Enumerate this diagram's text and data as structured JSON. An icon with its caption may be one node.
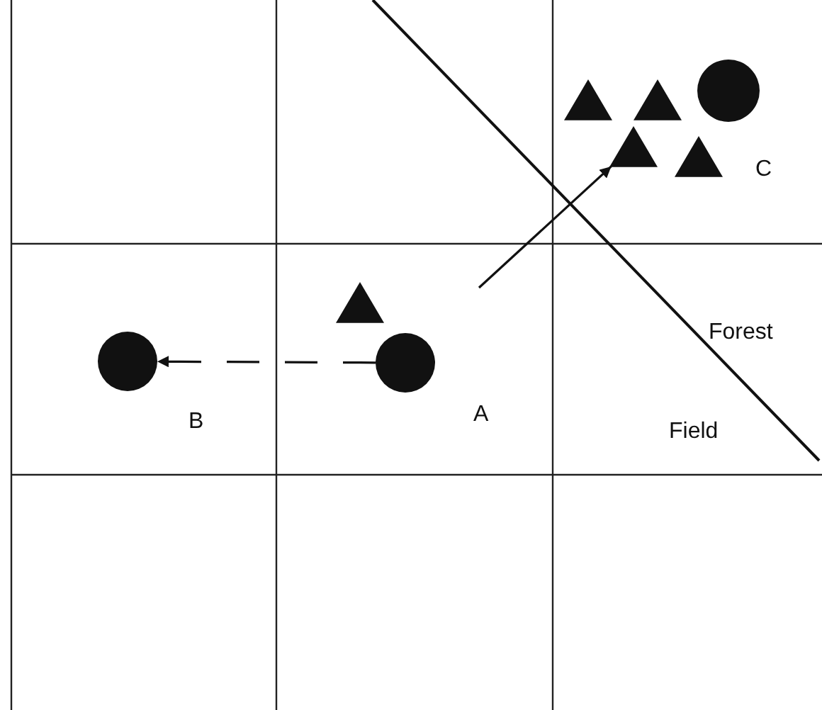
{
  "diagram": {
    "nodes": [
      {
        "text": [],
        "shape": "circle"
      },
      {
        "text": [],
        "shape": "triangle"
      },
      {
        "text": [],
        "shape": "circle"
      },
      {
        "text": [],
        "shape": "triangle"
      },
      {
        "text": [],
        "shape": "triangle"
      },
      {
        "text": [],
        "shape": "circle"
      },
      {
        "text": [],
        "shape": "triangle"
      },
      {
        "text": [],
        "shape": "triangle"
      }
    ],
    "edges": [
      {
        "from": 2,
        "to": 0,
        "arrow": "to",
        "style": "dashed"
      },
      {
        "from": null,
        "to": 6,
        "arrow": "to"
      }
    ],
    "labels": [
      "C",
      "Forest",
      "B",
      "A",
      "Field"
    ]
  }
}
